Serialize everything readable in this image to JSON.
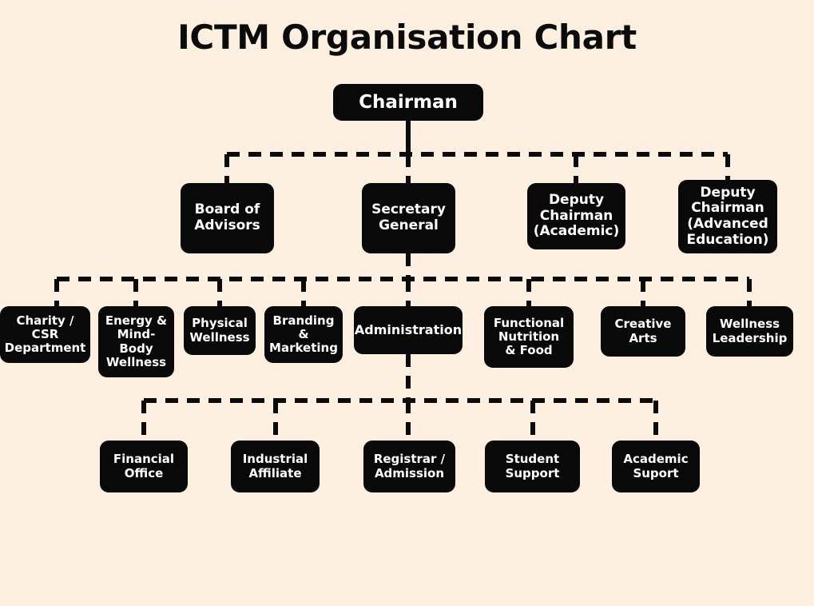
{
  "page": {
    "title": "ICTM Organisation Chart",
    "background_color": "#fdf0e0",
    "node_color": "#090909",
    "node_text_color": "#ffffff",
    "connector_color": "#0b0b0b",
    "connector_style": "dashed"
  },
  "chart_data": {
    "type": "diagram",
    "diagram_kind": "organisation-chart",
    "title": "ICTM Organisation Chart",
    "levels": 4,
    "nodes": [
      {
        "id": "chairman",
        "label": "Chairman",
        "level": 0,
        "parent": null
      },
      {
        "id": "board-of-advisors",
        "label": "Board of\nAdvisors",
        "level": 1,
        "parent": "chairman"
      },
      {
        "id": "secretary-general",
        "label": "Secretary\nGeneral",
        "level": 1,
        "parent": "chairman"
      },
      {
        "id": "deputy-chairman-academic",
        "label": "Deputy\nChairman\n(Academic)",
        "level": 1,
        "parent": "chairman"
      },
      {
        "id": "deputy-chairman-advanced-education",
        "label": "Deputy\nChairman\n(Advanced\nEducation)",
        "level": 1,
        "parent": "chairman"
      },
      {
        "id": "charity-csr-department",
        "label": "Charity /\nCSR\nDepartment",
        "level": 2,
        "parent": "secretary-general"
      },
      {
        "id": "energy-mind-body-wellness",
        "label": "Energy &\nMind-\nBody\nWellness",
        "level": 2,
        "parent": "secretary-general"
      },
      {
        "id": "physical-wellness",
        "label": "Physical\nWellness",
        "level": 2,
        "parent": "secretary-general"
      },
      {
        "id": "branding-marketing",
        "label": "Branding\n&\nMarketing",
        "level": 2,
        "parent": "secretary-general"
      },
      {
        "id": "administration",
        "label": "Administration",
        "level": 2,
        "parent": "secretary-general"
      },
      {
        "id": "functional-nutrition-food",
        "label": "Functional\nNutrition\n& Food",
        "level": 2,
        "parent": "secretary-general"
      },
      {
        "id": "creative-arts",
        "label": "Creative\nArts",
        "level": 2,
        "parent": "secretary-general"
      },
      {
        "id": "wellness-leadership",
        "label": "Wellness\nLeadership",
        "level": 2,
        "parent": "secretary-general"
      },
      {
        "id": "financial-office",
        "label": "Financial\nOffice",
        "level": 3,
        "parent": "administration"
      },
      {
        "id": "industrial-affiliate",
        "label": "Industrial\nAffiliate",
        "level": 3,
        "parent": "administration"
      },
      {
        "id": "registrar-admission",
        "label": "Registrar /\nAdmission",
        "level": 3,
        "parent": "administration"
      },
      {
        "id": "student-support",
        "label": "Student\nSupport",
        "level": 3,
        "parent": "administration"
      },
      {
        "id": "academic-suport",
        "label": "Academic\nSuport",
        "level": 3,
        "parent": "administration"
      }
    ]
  },
  "nodes": {
    "chairman": "Chairman",
    "board_of_advisors": "Board of\nAdvisors",
    "secretary_general": "Secretary\nGeneral",
    "deputy_chairman_academic": "Deputy\nChairman\n(Academic)",
    "deputy_chairman_advanced_education": "Deputy\nChairman\n(Advanced\nEducation)",
    "charity_csr_department": "Charity /\nCSR\nDepartment",
    "energy_mind_body_wellness": "Energy &\nMind-\nBody\nWellness",
    "physical_wellness": "Physical\nWellness",
    "branding_marketing": "Branding\n&\nMarketing",
    "administration": "Administration",
    "functional_nutrition_food": "Functional\nNutrition\n& Food",
    "creative_arts": "Creative\nArts",
    "wellness_leadership": "Wellness\nLeadership",
    "financial_office": "Financial\nOffice",
    "industrial_affiliate": "Industrial\nAffiliate",
    "registrar_admission": "Registrar /\nAdmission",
    "student_support": "Student\nSupport",
    "academic_suport": "Academic\nSuport"
  }
}
